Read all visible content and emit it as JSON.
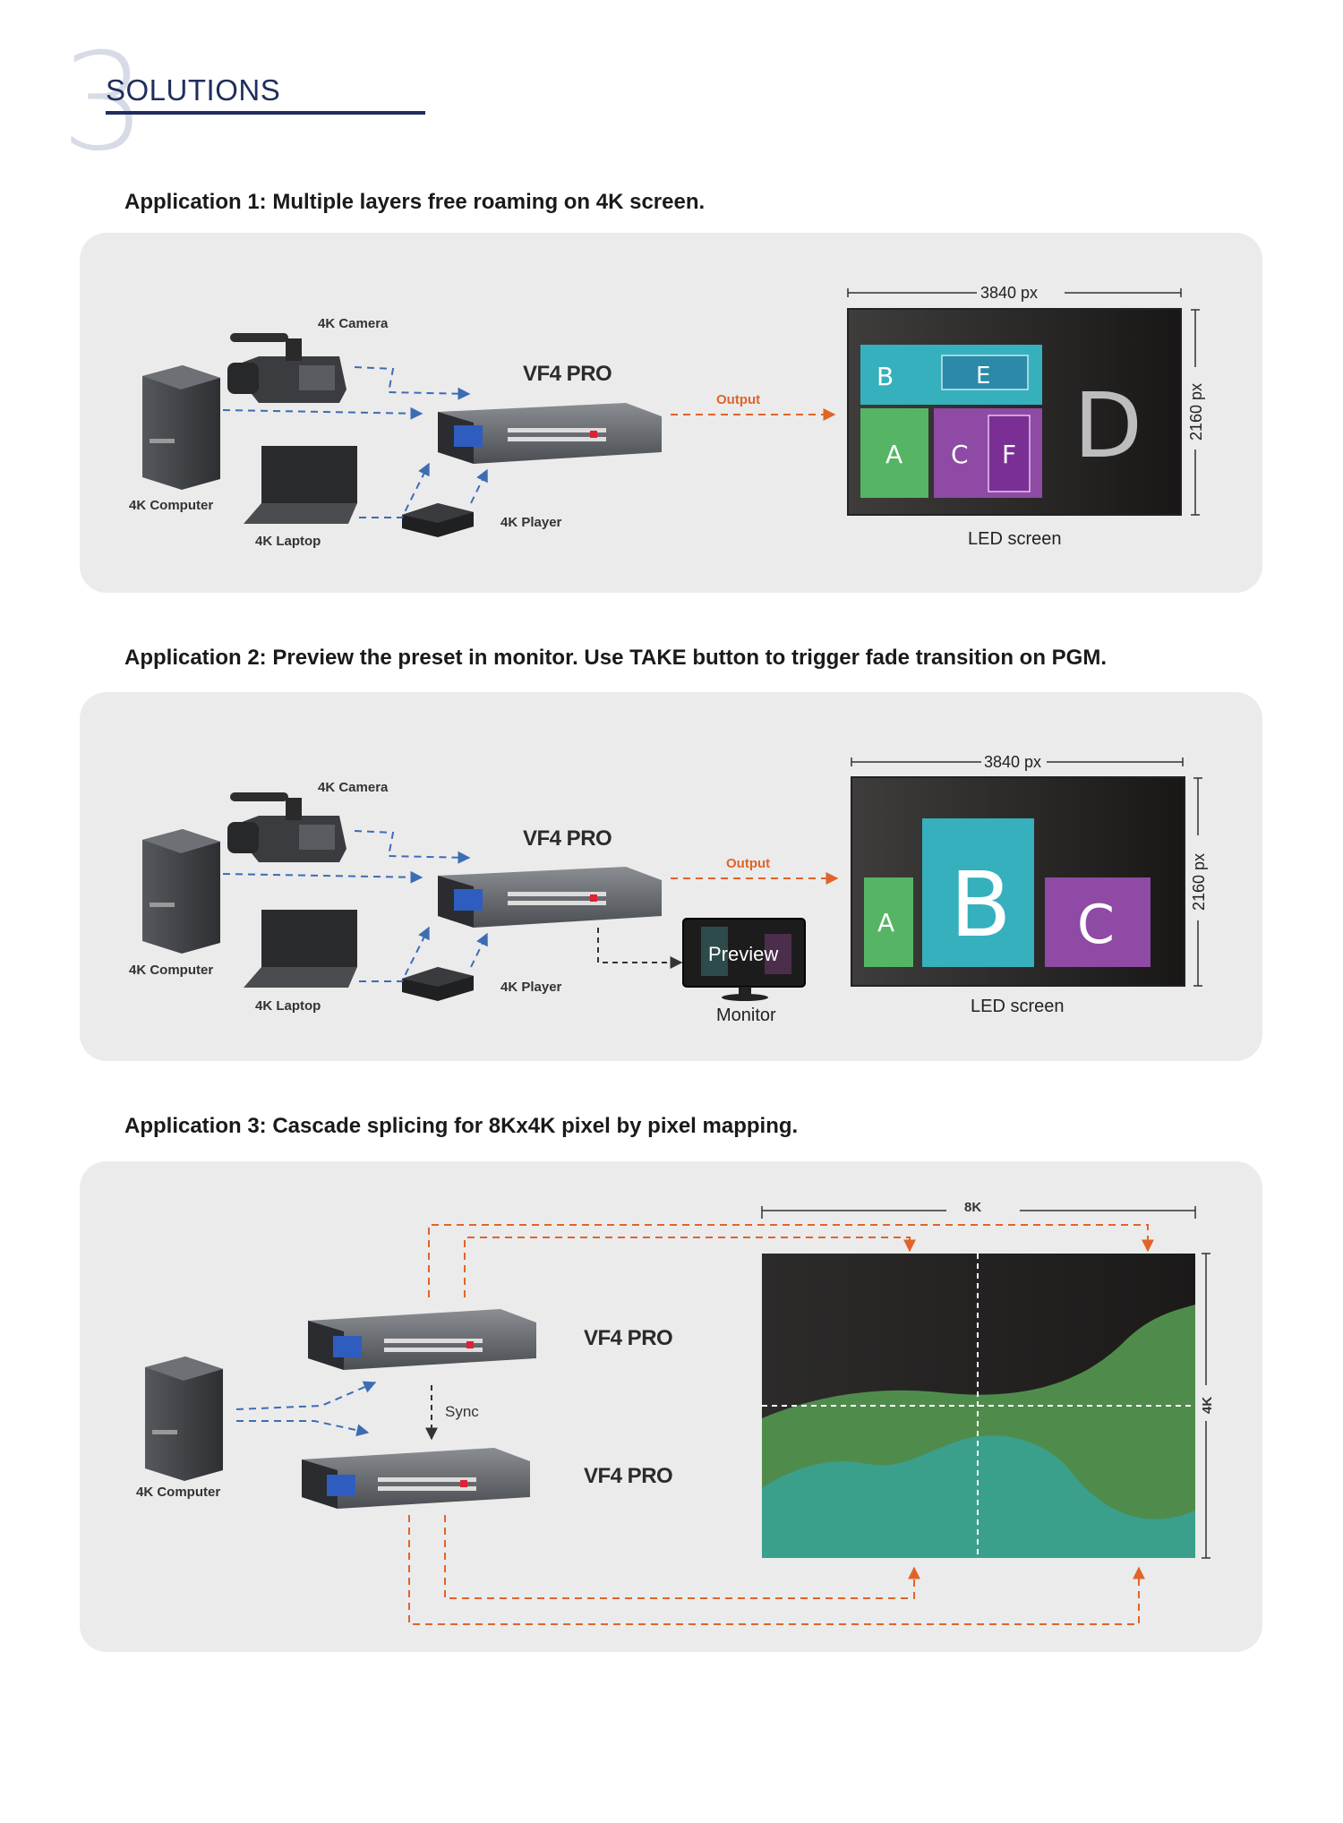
{
  "header": {
    "number": "3",
    "title": "SOLUTIONS"
  },
  "app1": {
    "heading": "Application 1: Multiple layers free roaming on 4K screen.",
    "camera": "4K Camera",
    "computer": "4K Computer",
    "laptop": "4K Laptop",
    "player": "4K Player",
    "device": "VF4 PRO",
    "output": "Output",
    "width_label": "3840 px",
    "height_label": "2160 px",
    "screen_label": "LED screen",
    "layers": {
      "a": "A",
      "b": "B",
      "c": "C",
      "d": "D",
      "e": "E",
      "f": "F"
    }
  },
  "app2": {
    "heading": "Application 2: Preview the preset in monitor. Use TAKE button to trigger fade transition on PGM.",
    "camera": "4K Camera",
    "computer": "4K Computer",
    "laptop": "4K Laptop",
    "player": "4K Player",
    "device": "VF4 PRO",
    "output": "Output",
    "preview": "Preview",
    "monitor": "Monitor",
    "width_label": "3840 px",
    "height_label": "2160 px",
    "screen_label": "LED screen",
    "layers": {
      "a": "A",
      "b": "B",
      "c": "C"
    }
  },
  "app3": {
    "heading": "Application 3: Cascade splicing for 8Kx4K pixel by pixel mapping.",
    "computer": "4K Computer",
    "device_top": "VF4 PRO",
    "device_bottom": "VF4 PRO",
    "sync": "Sync",
    "width_label": "8K",
    "height_label": "4K"
  },
  "colors": {
    "accent_navy": "#1f2e5c",
    "signal_in": "#3c6db4",
    "signal_out": "#e0642a",
    "layer_green": "#55b565",
    "layer_teal": "#36b0bd",
    "layer_purple": "#8e4aa5"
  }
}
